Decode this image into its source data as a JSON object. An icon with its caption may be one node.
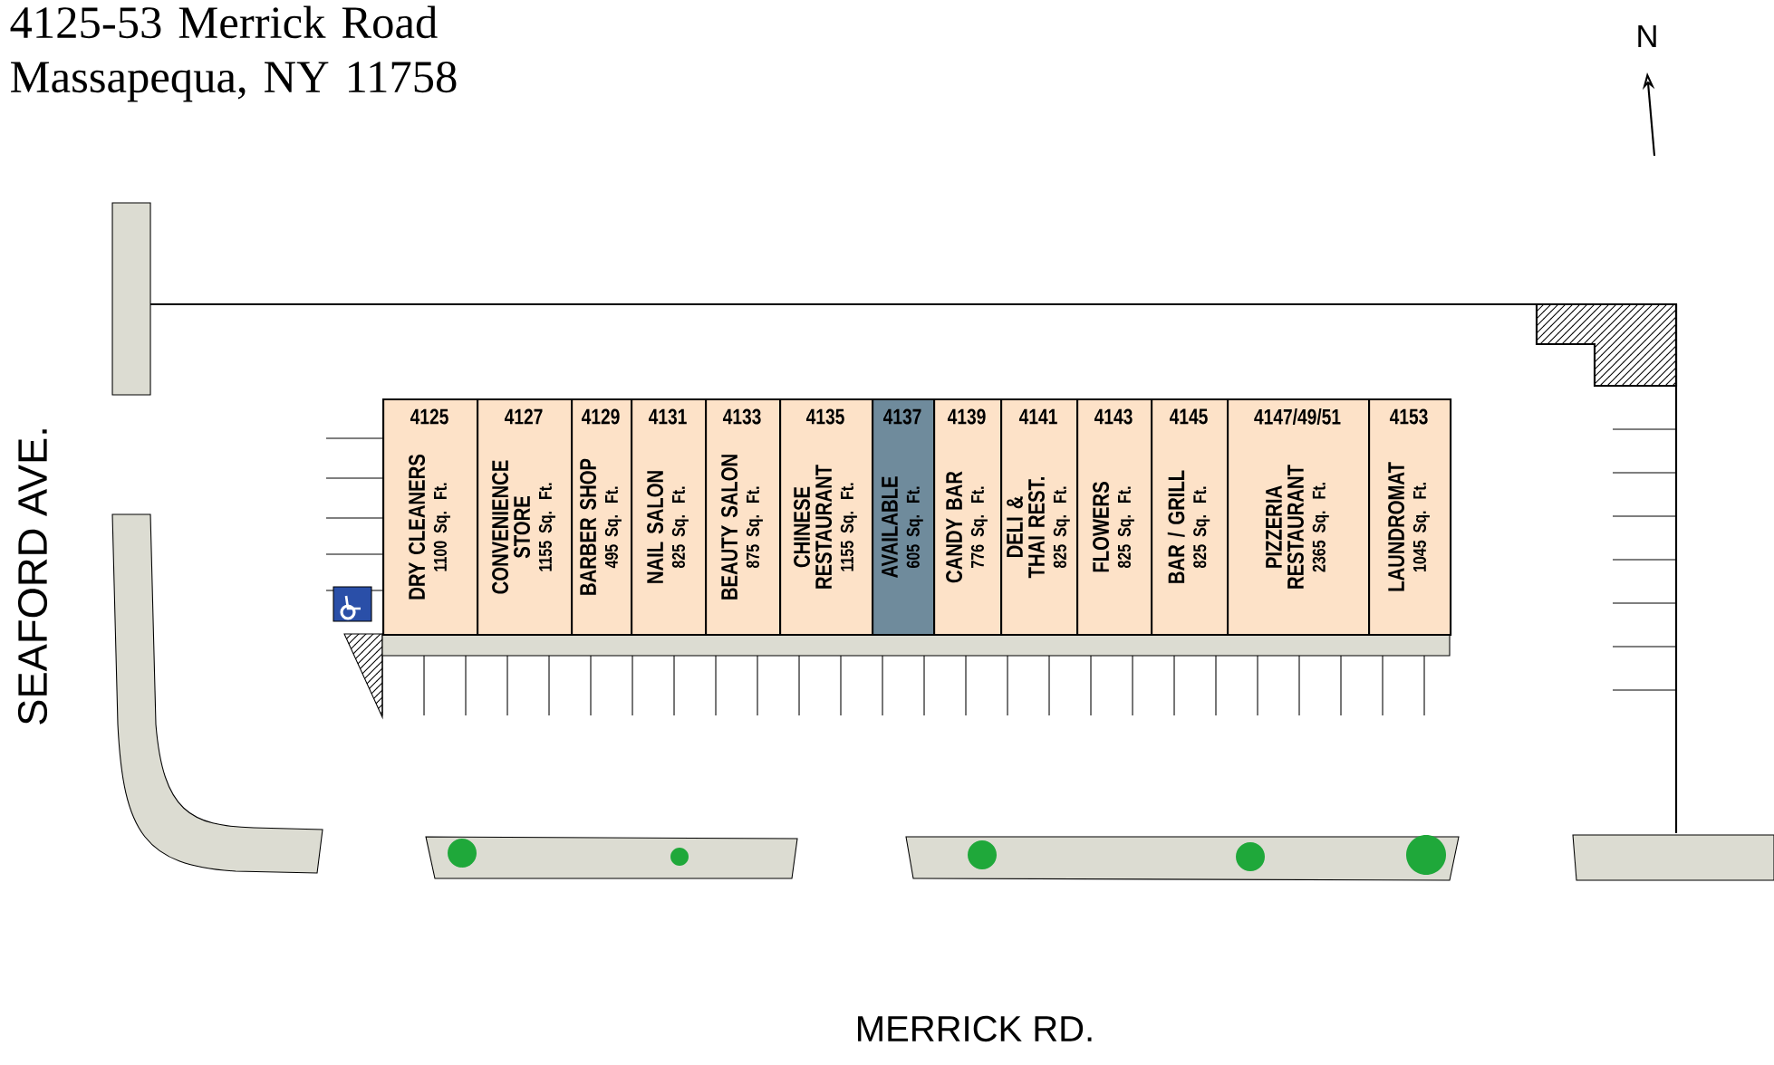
{
  "diagram": {
    "title": "4125-53 Merrick Road Massapequa, NY 11758",
    "nodes": [
      {
        "text": [
          "4125",
          "DRY CLEANERS",
          "1100 Sq. Ft."
        ]
      },
      {
        "text": [
          "4127",
          "CONVENIENCE STORE",
          "1155 Sq. Ft."
        ]
      },
      {
        "text": [
          "4129",
          "BARBER SHOP",
          "495 Sq. Ft."
        ]
      },
      {
        "text": [
          "4131",
          "NAIL SALON",
          "825 Sq. Ft."
        ]
      },
      {
        "text": [
          "4133",
          "BEAUTY SALON",
          "875 Sq. Ft."
        ]
      },
      {
        "text": [
          "4135",
          "CHINESE RESTAURANT",
          "1155 Sq. Ft."
        ]
      },
      {
        "text": [
          "4137",
          "AVAILABLE",
          "605 Sq. Ft."
        ]
      },
      {
        "text": [
          "4139",
          "CANDY BAR",
          "776 Sq. Ft."
        ]
      },
      {
        "text": [
          "4141",
          "DELI & THAI REST.",
          "825 Sq. Ft."
        ]
      },
      {
        "text": [
          "4143",
          "FLOWERS",
          "825 Sq. Ft."
        ]
      },
      {
        "text": [
          "4145",
          "BAR / GRILL",
          "825 Sq. Ft."
        ]
      },
      {
        "text": [
          "4147/49/51",
          "PIZZERIA RESTAURANT",
          "2365 Sq. Ft."
        ]
      },
      {
        "text": [
          "4153",
          "LAUNDROMAT",
          "1045 Sq. Ft."
        ]
      }
    ],
    "labels": [
      "N",
      "SEAFORD AVE.",
      "MERRICK RD."
    ]
  }
}
